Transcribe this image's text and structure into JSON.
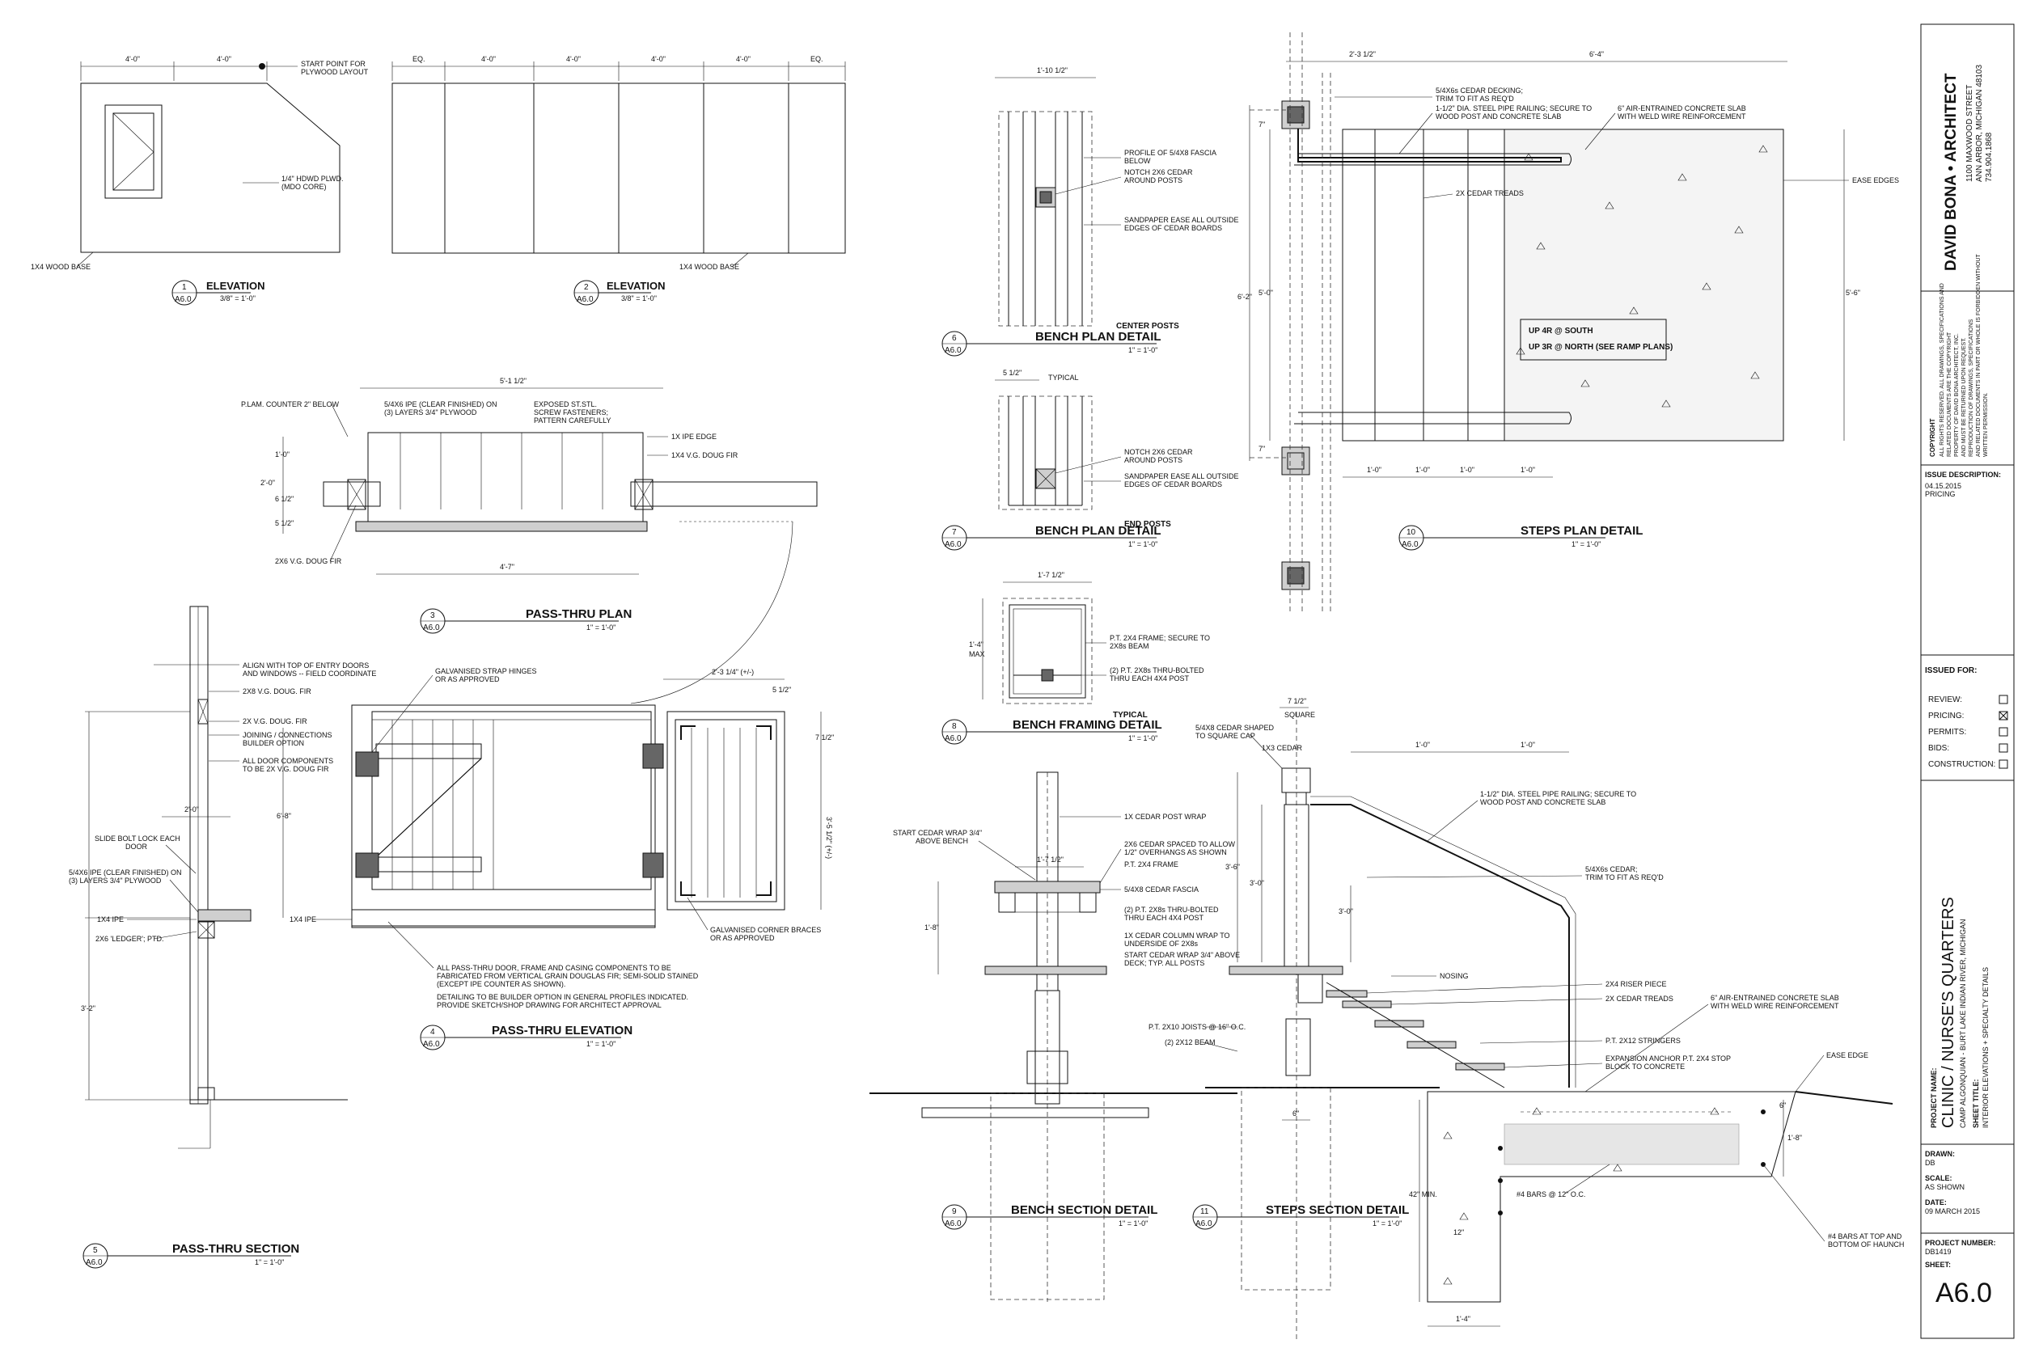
{
  "architect": {
    "name": "DAVID BONA • ARCHITECT",
    "address1": "1100 MAXWOOD STREET",
    "address2": "ANN ARBOR, MICHIGAN 48103",
    "phone": "734.904.1868"
  },
  "copyright": {
    "heading": "COPYRIGHT",
    "line1": "ALL RIGHTS RESERVED. ALL DRAWINGS, SPECIFICATIONS AND",
    "line2": "RELATED DOCUMENTS ARE THE COPYRIGHT",
    "line3": "PROPERTY OF DAVID BONA ARCHITECT, INC.",
    "line4": "AND MUST BE RETURNED UPON REQUEST.",
    "line5": "REPRODUCTION OF DRAWINGS, SPECIFICATIONS",
    "line6": "AND RELATED DOCUMENTS IN PART OR WHOLE IS FORBIDDEN WITHOUT",
    "line7": "WRITTEN PERMISSION."
  },
  "issue": {
    "heading": "ISSUE DESCRIPTION:",
    "date": "04.15.2015",
    "desc": "PRICING"
  },
  "issued_for": {
    "heading": "ISSUED FOR:",
    "items": [
      {
        "label": "REVIEW:",
        "checked": false
      },
      {
        "label": "PRICING:",
        "checked": true
      },
      {
        "label": "PERMITS:",
        "checked": false
      },
      {
        "label": "BIDS:",
        "checked": false
      },
      {
        "label": "CONSTRUCTION:",
        "checked": false
      }
    ]
  },
  "project": {
    "name_label": "PROJECT NAME:",
    "name": "CLINIC / NURSE'S QUARTERS",
    "location": "CAMP ALGONQUIAN - BURT LAKE     INDIAN RIVER, MICHIGAN",
    "sheet_title_label": "SHEET TITLE:",
    "sheet_title": "INTERIOR ELEVATIONS + SPECIALTY DETAILS"
  },
  "info": {
    "drawn_label": "DRAWN:",
    "drawn": "DB",
    "scale_label": "SCALE:",
    "scale": "AS SHOWN",
    "date_label": "DATE:",
    "date": "09 MARCH 2015",
    "project_number_label": "PROJECT NUMBER:",
    "project_number": "DB1419",
    "sheet_label": "SHEET:",
    "sheet": "A6.0"
  },
  "details": {
    "d1": {
      "num": "1",
      "sheet": "A6.0",
      "title": "ELEVATION",
      "scale": "3/8\" = 1'-0\""
    },
    "d2": {
      "num": "2",
      "sheet": "A6.0",
      "title": "ELEVATION",
      "scale": "3/8\" = 1'-0\""
    },
    "d3": {
      "num": "3",
      "sheet": "A6.0",
      "title": "PASS-THRU PLAN",
      "scale": "1\" = 1'-0\""
    },
    "d4": {
      "num": "4",
      "sheet": "A6.0",
      "title": "PASS-THRU ELEVATION",
      "scale": "1\" = 1'-0\""
    },
    "d5": {
      "num": "5",
      "sheet": "A6.0",
      "title": "PASS-THRU SECTION",
      "scale": "1\" = 1'-0\""
    },
    "d6": {
      "num": "6",
      "sheet": "A6.0",
      "pretitle": "CENTER POSTS",
      "title": "BENCH PLAN DETAIL",
      "scale": "1\" = 1'-0\""
    },
    "d7": {
      "num": "7",
      "sheet": "A6.0",
      "pretitle": "END POSTS",
      "title": "BENCH PLAN DETAIL",
      "scale": "1\" = 1'-0\""
    },
    "d8": {
      "num": "8",
      "sheet": "A6.0",
      "pretitle": "TYPICAL",
      "title": "BENCH FRAMING DETAIL",
      "scale": "1\" = 1'-0\""
    },
    "d9": {
      "num": "9",
      "sheet": "A6.0",
      "title": "BENCH SECTION DETAIL",
      "scale": "1\" = 1'-0\""
    },
    "d10": {
      "num": "10",
      "sheet": "A6.0",
      "title": "STEPS PLAN DETAIL",
      "scale": "1\" = 1'-0\""
    },
    "d11": {
      "num": "11",
      "sheet": "A6.0",
      "title": "STEPS SECTION DETAIL",
      "scale": "1\" = 1'-0\""
    }
  },
  "notes": {
    "e1_start": "START POINT FOR",
    "e1_start2": "PLYWOOD LAYOUT",
    "e1_plwd": "1/4\" HDWD PLWD.",
    "e1_plwd2": "(MDO CORE)",
    "e1_base": "1X4 WOOD BASE",
    "e2_base": "1X4 WOOD BASE",
    "p3_plam": "P.LAM. COUNTER 2\" BELOW",
    "p3_ipe": "5/4X6 IPE (CLEAR FINISHED) ON",
    "p3_ipe2": "(3) LAYERS 3/4\" PLYWOOD",
    "p3_exp": "EXPOSED ST.STL.",
    "p3_exp2": "SCREW FASTENERS;",
    "p3_exp3": "PATTERN CAREFULLY",
    "p3_edge": "1X IPE EDGE",
    "p3_vg": "1X4 V.G. DOUG FIR",
    "p3_2x6": "2X6 V.G. DOUG FIR",
    "s5_align": "ALIGN WITH TOP OF ENTRY DOORS",
    "s5_align2": "AND WINDOWS -- FIELD COORDINATE",
    "s5_2x8": "2X8 V.G. DOUG. FIR",
    "s5_2x": "2X V.G. DOUG. FIR",
    "s5_join": "JOINING / CONNECTIONS",
    "s5_join2": "BUILDER OPTION",
    "s5_all": "ALL DOOR COMPONENTS",
    "s5_all2": "TO BE 2X V.G. DOUG FIR",
    "s5_slide": "SLIDE BOLT LOCK EACH",
    "s5_slide2": "DOOR",
    "s5_ipe": "5/4X6 IPE (CLEAR FINISHED) ON",
    "s5_ipe2": "(3) LAYERS 3/4\" PLYWOOD",
    "s5_1x4": "1X4 IPE",
    "s5_ledger": "2X6 'LEDGER'; PTD.",
    "e4_hinge": "GALVANISED STRAP HINGES",
    "e4_hinge2": "OR AS APPROVED",
    "e4_1x4": "1X4 IPE",
    "e4_corner": "GALVANISED CORNER BRACES",
    "e4_corner2": "OR AS APPROVED",
    "e4_note1": "ALL PASS-THRU DOOR, FRAME AND CASING COMPONENTS TO BE",
    "e4_note2": "FABRICATED FROM VERTICAL GRAIN DOUGLAS FIR; SEMI-SOLID STAINED",
    "e4_note3": "(EXCEPT IPE COUNTER AS SHOWN).",
    "e4_note4": "DETAILING TO BE BUILDER OPTION IN GENERAL PROFILES INDICATED.",
    "e4_note5": "PROVIDE SKETCH/SHOP DRAWING FOR ARCHITECT APPROVAL",
    "b6_prof": "PROFILE OF 5/4X8 FASCIA",
    "b6_prof2": "BELOW",
    "b6_notch": "NOTCH 2X6 CEDAR",
    "b6_notch2": "AROUND POSTS",
    "b6_sand": "SANDPAPER EASE ALL OUTSIDE",
    "b6_sand2": "EDGES OF CEDAR BOARDS",
    "b7_typ": "TYPICAL",
    "b7_notch": "NOTCH 2X6 CEDAR",
    "b7_notch2": "AROUND POSTS",
    "b7_sand": "SANDPAPER EASE ALL OUTSIDE",
    "b7_sand2": "EDGES OF CEDAR BOARDS",
    "b8_pt": "P.T. 2X4 FRAME; SECURE TO",
    "b8_pt2": "2X8s BEAM",
    "b8_bolt": "(2) P.T. 2X8s THRU-BOLTED",
    "b8_bolt2": "THRU EACH 4X4 POST",
    "b9_start": "START CEDAR WRAP 3/4\"",
    "b9_start2": "ABOVE BENCH",
    "b9_wrap": "1X CEDAR POST WRAP",
    "b9_2x6": "2X6 CEDAR SPACED TO ALLOW",
    "b9_2x6b": "1/2\" OVERHANGS AS SHOWN",
    "b9_frame": "P.T. 2X4 FRAME",
    "b9_fascia": "5/4X8 CEDAR FASCIA",
    "b9_bolt": "(2) P.T. 2X8s THRU-BOLTED",
    "b9_bolt2": "THRU EACH 4X4 POST",
    "b9_col": "1X CEDAR COLUMN WRAP TO",
    "b9_col2": "UNDERSIDE OF 2X8s",
    "b9_wrap2": "START CEDAR WRAP 3/4\" ABOVE",
    "b9_wrap2b": "DECK; TYP. ALL POSTS",
    "b9_joists": "P.T. 2X10 JOISTS @ 16\" O.C.",
    "b9_beam": "(2) 2X12 BEAM",
    "s10_deck": "5/4X6s CEDAR DECKING;",
    "s10_deck2": "TRIM TO FIT AS REQ'D",
    "s10_pipe": "1-1/2\" DIA. STEEL PIPE RAILING; SECURE TO",
    "s10_pipe2": "WOOD POST AND CONCRETE SLAB",
    "s10_slab": "6\" AIR-ENTRAINED CONCRETE SLAB",
    "s10_slab2": "WITH WELD WIRE REINFORCEMENT",
    "s10_ease": "EASE EDGES",
    "s10_treads": "2X CEDAR TREADS",
    "s10_up1": "UP 4R @ SOUTH",
    "s10_up2": "UP 3R @ NORTH (SEE RAMP PLANS)",
    "s11_cap": "5/4X8 CEDAR SHAPED",
    "s11_cap2": "TO SQUARE CAP",
    "s11_1x3": "1X3 CEDAR",
    "s11_square": "SQUARE",
    "s11_pipe": "1-1/2\" DIA. STEEL PIPE RAILING; SECURE TO",
    "s11_pipe2": "WOOD POST AND CONCRETE SLAB",
    "s11_trim": "5/4X6s CEDAR;",
    "s11_trim2": "TRIM TO FIT AS REQ'D",
    "s11_nosing": "NOSING",
    "s11_riser": "2X4 RISER PIECE",
    "s11_treads": "2X CEDAR TREADS",
    "s11_slab": "6\" AIR-ENTRAINED CONCRETE SLAB",
    "s11_slab2": "WITH WELD WIRE REINFORCEMENT",
    "s11_string": "P.T. 2X12 STRINGERS",
    "s11_exp": "EXPANSION ANCHOR P.T. 2X4 STOP",
    "s11_exp2": "BLOCK TO CONCRETE",
    "s11_ease": "EASE EDGE",
    "s11_bars": "#4 BARS @ 12\" O.C.",
    "s11_bars2": "#4 BARS AT TOP AND",
    "s11_bars3": "BOTTOM OF HAUNCH",
    "s11_42": "42\" MIN."
  },
  "dims": {
    "e1_a": "4'-0\"",
    "e1_b": "4'-0\"",
    "e2_eq1": "EQ.",
    "e2_a": "4'-0\"",
    "e2_b": "4'-0\"",
    "e2_c": "4'-0\"",
    "e2_d": "4'-0\"",
    "e2_eq2": "EQ.",
    "p3_top": "5'-1 1/2\"",
    "p3_bot": "4'-7\"",
    "p3_10": "1'-0\"",
    "p3_20": "2'-0\"",
    "p3_6": "6 1/2\"",
    "p3_5": "5 1/2\"",
    "s5_20": "2'-0\"",
    "s5_68": "6'-8\"",
    "s5_32": "3'-2\"",
    "e4_w": "2'-3 1/4\" (+/-)",
    "e4_5": "5 1/2\"",
    "e4_h": "3'-5 1/2\" (+/-)",
    "e4_7": "7 1/2\"",
    "b6_w": "1'-10 1/2\"",
    "b7_5": "5 1/2\"",
    "b8_w": "1'-7 1/2\"",
    "b8_h": "1'-4\"",
    "b8_max": "MAX",
    "b9_w": "1'-7 1/2\"",
    "b9_h": "1'-8\"",
    "s10_w1": "2'-3 1/2\"",
    "s10_w2": "6'-4\"",
    "s10_h1": "6'-2\"",
    "s10_h2": "5'-0\"",
    "s10_h3": "5'-6\"",
    "s10_10a": "1'-0\"",
    "s10_10b": "1'-0\"",
    "s10_10c": "1'-0\"",
    "s10_10d": "1'-0\"",
    "s10_7a": "7\"",
    "s10_7b": "7\"",
    "s11_7": "7 1/2\"",
    "s11_10a": "1'-0\"",
    "s11_10b": "1'-0\"",
    "s11_36": "3'-6\"",
    "s11_30": "3'-0\"",
    "s11_30b": "3'-0\"",
    "s11_6": "6\"",
    "s11_18": "1'-8\"",
    "s11_14": "1'-4\"",
    "s11_12": "12\"",
    "s11_6b": "6\""
  }
}
